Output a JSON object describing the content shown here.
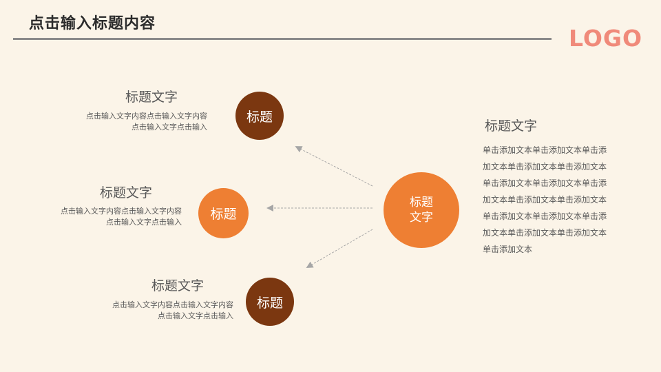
{
  "header": {
    "title": "点击输入标题内容",
    "logo": "LOGO"
  },
  "center": {
    "line1": "标题",
    "line2": "文字"
  },
  "items": [
    {
      "circle_label": "标题",
      "title": "标题文字",
      "text": "点击输入文字内容点击输入文字内容点击输入文字点击输入"
    },
    {
      "circle_label": "标题",
      "title": "标题文字",
      "text": "点击输入文字内容点击输入文字内容点击输入文字点击输入"
    },
    {
      "circle_label": "标题",
      "title": "标题文字",
      "text": "点击输入文字内容点击输入文字内容点击输入文字点击输入"
    }
  ],
  "right": {
    "title": "标题文字",
    "text": "单击添加文本单击添加文本单击添加文本单击添加文本单击添加文本单击添加文本单击添加文本单击添加文本单击添加文本单击添加文本单击添加文本单击添加文本单击添加文本单击添加文本单击添加文本单击添加文本"
  },
  "colors": {
    "dark_brown": "#7b3710",
    "orange": "#ee7f33",
    "background": "#fbf4e8",
    "logo": "#f08a7a"
  }
}
